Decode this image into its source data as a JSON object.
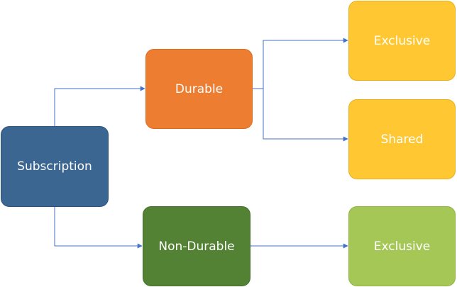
{
  "nodes": {
    "subscription": {
      "label": "Subscription",
      "fill": "#3C6692",
      "border": "#2E5478"
    },
    "durable": {
      "label": "Durable",
      "fill": "#ED7D31",
      "border": "#D86C22"
    },
    "non_durable": {
      "label": "Non-Durable",
      "fill": "#548235",
      "border": "#44702A"
    },
    "exclusive_1": {
      "label": "Exclusive",
      "fill": "#FFC832",
      "border": "#E8B21E"
    },
    "shared": {
      "label": "Shared",
      "fill": "#FFC832",
      "border": "#E8B21E"
    },
    "exclusive_2": {
      "label": "Exclusive",
      "fill": "#A5C756",
      "border": "#92B446"
    }
  },
  "connectors": {
    "color": "#4472C4",
    "edges": [
      {
        "from": "subscription",
        "to": "durable"
      },
      {
        "from": "subscription",
        "to": "non_durable"
      },
      {
        "from": "durable",
        "to": "exclusive_1"
      },
      {
        "from": "durable",
        "to": "shared"
      },
      {
        "from": "non_durable",
        "to": "exclusive_2"
      }
    ]
  }
}
